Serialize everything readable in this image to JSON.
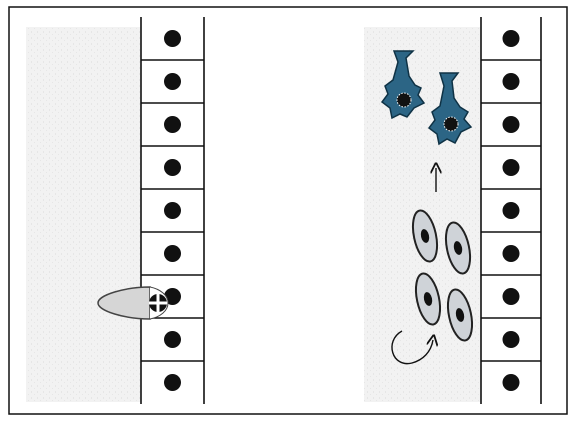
{
  "figure": {
    "frame_color": "#111111",
    "background_color": "#ffffff",
    "shaded_region_color": "#f1f1f1",
    "left_panel": {
      "cell_count": 9,
      "nucleus_color": "#111111",
      "migrating_cell_color": "#d6d6d6"
    },
    "right_panel": {
      "cell_count": 9,
      "dividing_cells": 4,
      "dividing_cell_color": "#cfd3d8",
      "differentiated_cells": 2,
      "differentiated_cell_color": "#2c6585",
      "differentiated_cell_outline": "#0f3245",
      "arrows": [
        "up-arrow",
        "circular-arrow"
      ]
    }
  }
}
